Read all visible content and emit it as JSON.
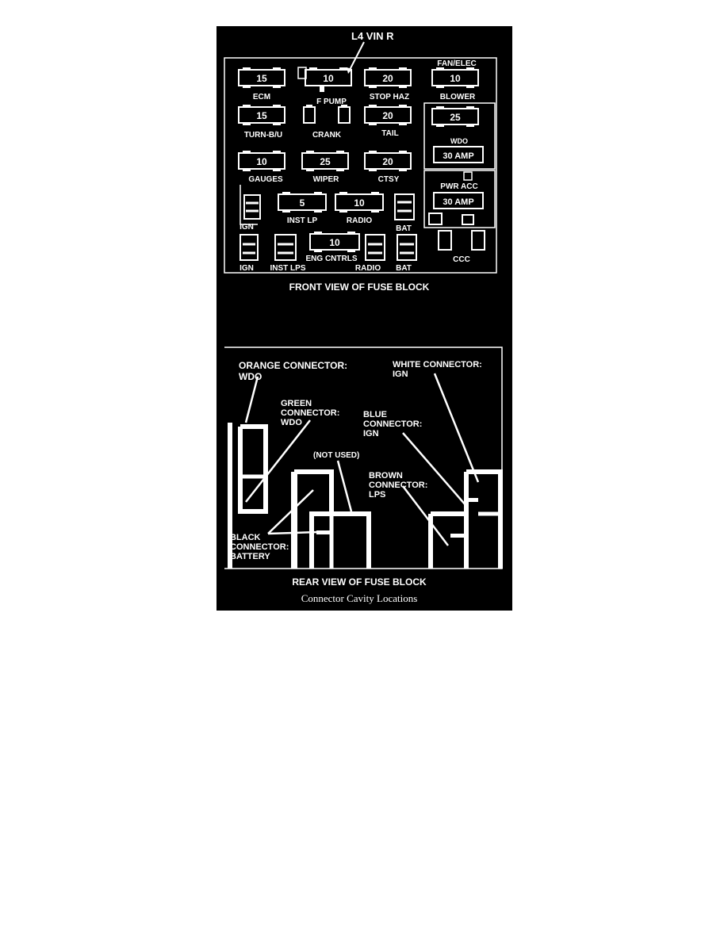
{
  "colors": {
    "background": "#000000",
    "ink": "#ffffff",
    "page": "#ffffff"
  },
  "front": {
    "callout": "L4 VIN R",
    "title": "FRONT VIEW OF FUSE BLOCK",
    "fuses": [
      {
        "rating": "15",
        "label": "ECM"
      },
      {
        "rating": "10",
        "label": "F PUMP"
      },
      {
        "rating": "20",
        "label": "STOP HAZ"
      },
      {
        "rating": "10",
        "label": "BLOWER",
        "top_label": "FAN/ELEC"
      },
      {
        "rating": "15",
        "label": "TURN-B/U"
      },
      {
        "rating": "",
        "label": "CRANK"
      },
      {
        "rating": "20",
        "label": "TAIL"
      },
      {
        "rating": "25",
        "label": ""
      },
      {
        "rating": "10",
        "label": "GAUGES"
      },
      {
        "rating": "25",
        "label": "WIPER"
      },
      {
        "rating": "20",
        "label": "CTSY"
      },
      {
        "rating": "5",
        "label": "INST LP"
      },
      {
        "rating": "10",
        "label": "RADIO"
      },
      {
        "rating": "10",
        "label": "ENG CNTRLS"
      }
    ],
    "breakers": [
      {
        "name": "WDO",
        "rating": "30 AMP"
      },
      {
        "name": "PWR ACC",
        "rating": "30 AMP"
      }
    ],
    "cavities": {
      "ign_1": "IGN",
      "bat_1": "BAT",
      "ign_2": "IGN",
      "inst_lps": "INST LPS",
      "radio": "RADIO",
      "bat_2": "BAT",
      "ccc": "CCC"
    }
  },
  "rear": {
    "title": "REAR VIEW OF FUSE BLOCK",
    "caption": "Connector Cavity Locations",
    "orange": {
      "l1": "ORANGE CONNECTOR:",
      "l2": "WDO"
    },
    "green": {
      "l1": "GREEN",
      "l2": "CONNECTOR:",
      "l3": "WDO"
    },
    "white": {
      "l1": "WHITE CONNECTOR:",
      "l2": "IGN"
    },
    "blue": {
      "l1": "BLUE",
      "l2": "CONNECTOR:",
      "l3": "IGN"
    },
    "not_used": "(NOT USED)",
    "brown": {
      "l1": "BROWN",
      "l2": "CONNECTOR:",
      "l3": "LPS"
    },
    "black": {
      "l1": "BLACK",
      "l2": "CONNECTOR:",
      "l3": "BATTERY"
    }
  }
}
